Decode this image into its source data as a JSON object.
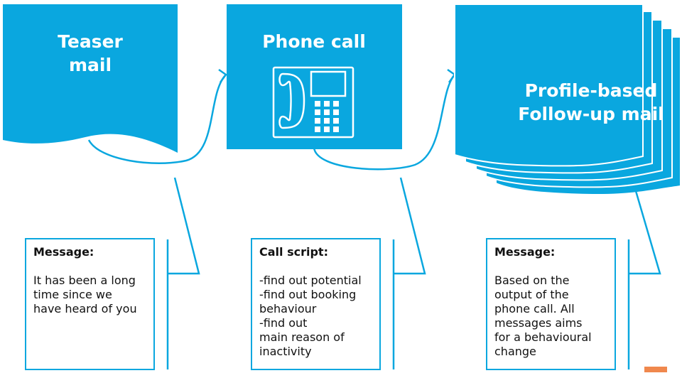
{
  "colors": {
    "primary": "#0aa7df",
    "marker": "#f0884d"
  },
  "steps": [
    {
      "title_lines": [
        "Teaser",
        "mail"
      ],
      "note": {
        "heading": "Message:",
        "body": "It has been a long\ntime since we\nhave heard of you"
      }
    },
    {
      "title_lines": [
        "Phone call"
      ],
      "icon": "telephone-icon",
      "note": {
        "heading": "Call script:",
        "body": "-find out potential\n-find out booking\nbehaviour\n-find out\nmain reason of\ninactivity"
      }
    },
    {
      "title_lines": [
        "Profile-based",
        "Follow-up mail"
      ],
      "note": {
        "heading": "Message:",
        "body": "Based on the\noutput of the\nphone call. All\nmessages aims\nfor a behavioural\nchange"
      }
    }
  ]
}
